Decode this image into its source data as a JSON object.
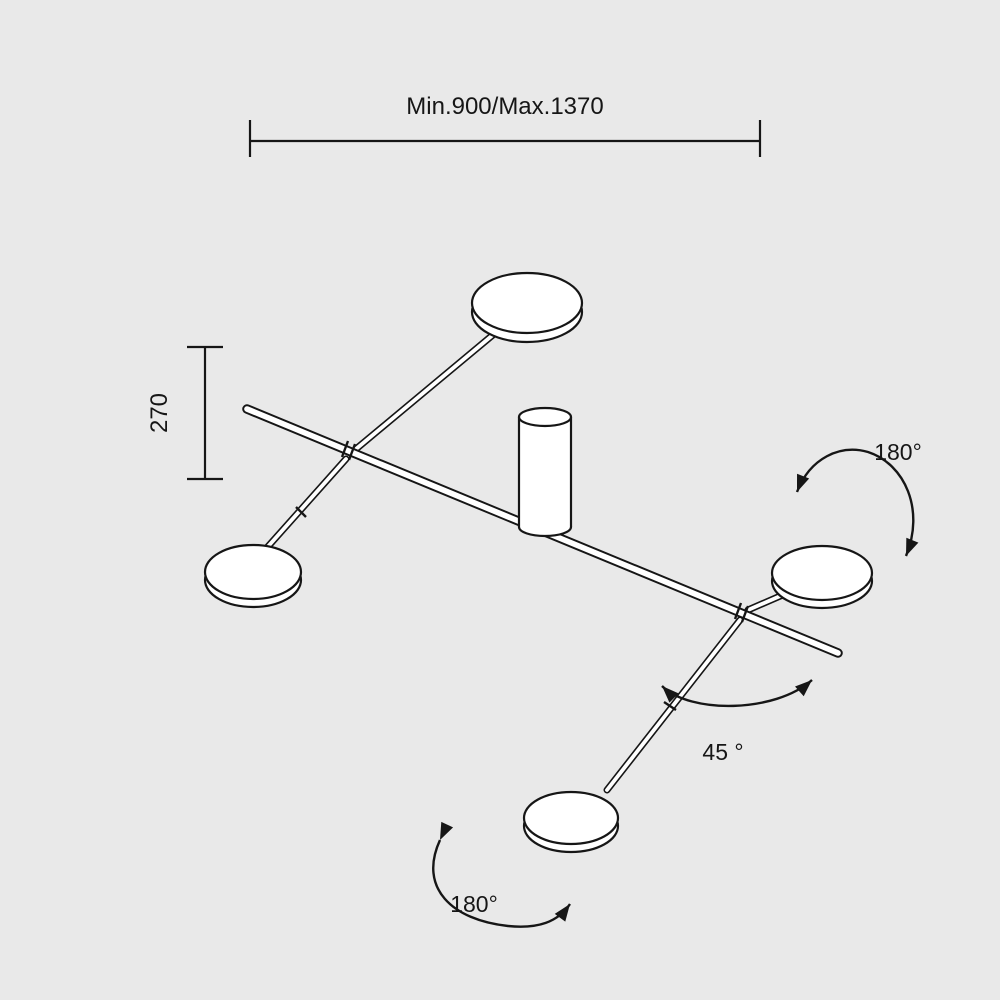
{
  "colors": {
    "background": "#e9e9e9",
    "ink": "#161616",
    "fixture_fill": "#ffffff"
  },
  "dimensions": {
    "width_label": "Min.900/Max.1370",
    "height_label": "270"
  },
  "rotations": {
    "right_arm_label": "180°",
    "tilt_label": "45 °",
    "bottom_arm_label": "180°"
  }
}
